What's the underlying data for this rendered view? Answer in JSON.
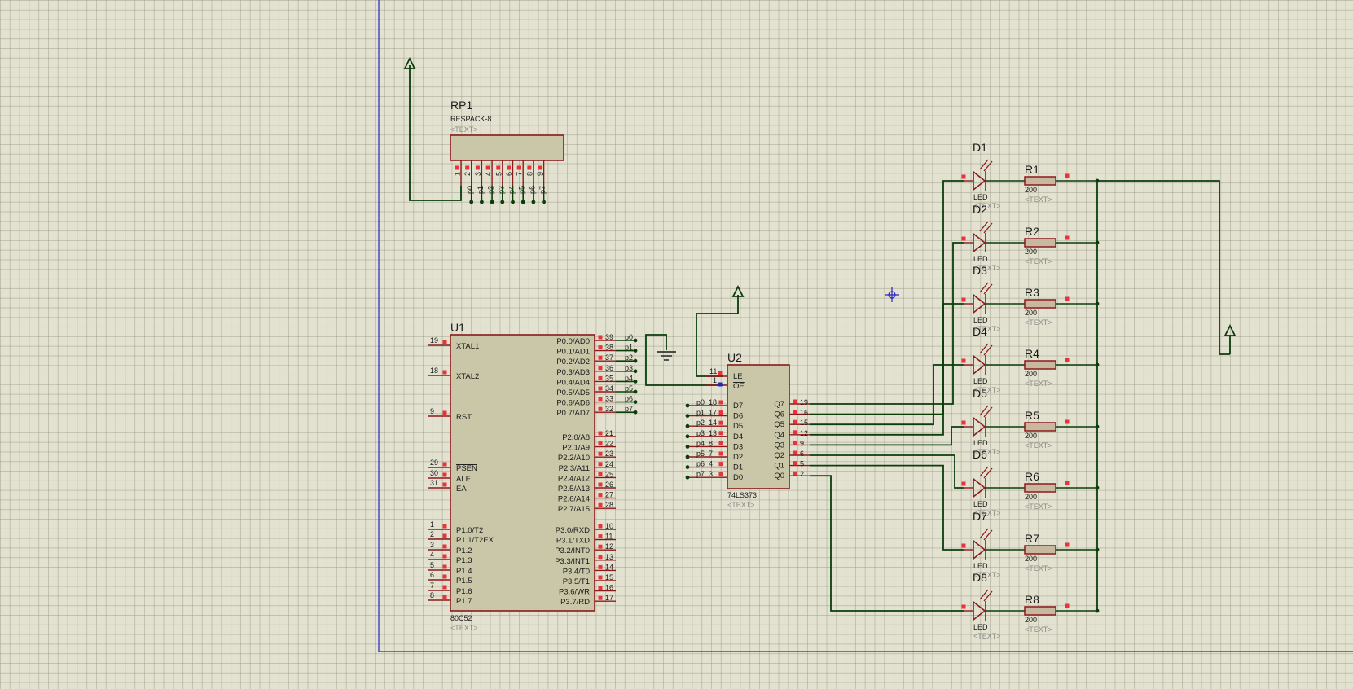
{
  "rp1": {
    "ref": "RP1",
    "value": "RESPACK-8",
    "text": "<TEXT>",
    "pin_numbers": [
      "1",
      "2",
      "3",
      "4",
      "5",
      "6",
      "7",
      "8",
      "9"
    ],
    "pin_nets": [
      "p0",
      "p1",
      "p2",
      "p3",
      "p4",
      "p5",
      "p6",
      "p7"
    ]
  },
  "u1": {
    "ref": "U1",
    "value": "80C52",
    "text": "<TEXT>",
    "left_pins": [
      {
        "num": "19",
        "name": "XTAL1"
      },
      {
        "num": "18",
        "name": "XTAL2"
      },
      {
        "num": "9",
        "name": "RST"
      },
      {
        "num": "29",
        "name": "PSEN"
      },
      {
        "num": "30",
        "name": "ALE"
      },
      {
        "num": "31",
        "name": "EA"
      },
      {
        "num": "1",
        "name": "P1.0/T2"
      },
      {
        "num": "2",
        "name": "P1.1/T2EX"
      },
      {
        "num": "3",
        "name": "P1.2"
      },
      {
        "num": "4",
        "name": "P1.3"
      },
      {
        "num": "5",
        "name": "P1.4"
      },
      {
        "num": "6",
        "name": "P1.5"
      },
      {
        "num": "7",
        "name": "P1.6"
      },
      {
        "num": "8",
        "name": "P1.7"
      }
    ],
    "right_pins": [
      {
        "num": "39",
        "name": "P0.0/AD0",
        "net": "p0"
      },
      {
        "num": "38",
        "name": "P0.1/AD1",
        "net": "p1"
      },
      {
        "num": "37",
        "name": "P0.2/AD2",
        "net": "p2"
      },
      {
        "num": "36",
        "name": "P0.3/AD3",
        "net": "p3"
      },
      {
        "num": "35",
        "name": "P0.4/AD4",
        "net": "p4"
      },
      {
        "num": "34",
        "name": "P0.5/AD5",
        "net": "p5"
      },
      {
        "num": "33",
        "name": "P0.6/AD6",
        "net": "p6"
      },
      {
        "num": "32",
        "name": "P0.7/AD7",
        "net": "p7"
      },
      {
        "num": "21",
        "name": "P2.0/A8",
        "net": ""
      },
      {
        "num": "22",
        "name": "P2.1/A9",
        "net": ""
      },
      {
        "num": "23",
        "name": "P2.2/A10",
        "net": ""
      },
      {
        "num": "24",
        "name": "P2.3/A11",
        "net": ""
      },
      {
        "num": "25",
        "name": "P2.4/A12",
        "net": ""
      },
      {
        "num": "26",
        "name": "P2.5/A13",
        "net": ""
      },
      {
        "num": "27",
        "name": "P2.6/A14",
        "net": ""
      },
      {
        "num": "28",
        "name": "P2.7/A15",
        "net": ""
      },
      {
        "num": "10",
        "name": "P3.0/RXD",
        "net": ""
      },
      {
        "num": "11",
        "name": "P3.1/TXD",
        "net": ""
      },
      {
        "num": "12",
        "name": "P3.2/INT0",
        "net": ""
      },
      {
        "num": "13",
        "name": "P3.3/INT1",
        "net": ""
      },
      {
        "num": "14",
        "name": "P3.4/T0",
        "net": ""
      },
      {
        "num": "15",
        "name": "P3.5/T1",
        "net": ""
      },
      {
        "num": "16",
        "name": "P3.6/WR",
        "net": ""
      },
      {
        "num": "17",
        "name": "P3.7/RD",
        "net": ""
      }
    ]
  },
  "u2": {
    "ref": "U2",
    "value": "74LS373",
    "text": "<TEXT>",
    "le": {
      "num": "11",
      "name": "LE"
    },
    "oe": {
      "num": "1",
      "name": "OE"
    },
    "inputs": [
      {
        "net": "p0",
        "num": "18",
        "name": "D7"
      },
      {
        "net": "p1",
        "num": "17",
        "name": "D6"
      },
      {
        "net": "p2",
        "num": "14",
        "name": "D5"
      },
      {
        "net": "p3",
        "num": "13",
        "name": "D4"
      },
      {
        "net": "p4",
        "num": "8",
        "name": "D3"
      },
      {
        "net": "p5",
        "num": "7",
        "name": "D2"
      },
      {
        "net": "p6",
        "num": "4",
        "name": "D1"
      },
      {
        "net": "p7",
        "num": "3",
        "name": "D0"
      }
    ],
    "outputs": [
      {
        "name": "Q7",
        "num": "19"
      },
      {
        "name": "Q6",
        "num": "16"
      },
      {
        "name": "Q5",
        "num": "15"
      },
      {
        "name": "Q4",
        "num": "12"
      },
      {
        "name": "Q3",
        "num": "9"
      },
      {
        "name": "Q2",
        "num": "6"
      },
      {
        "name": "Q1",
        "num": "5"
      },
      {
        "name": "Q0",
        "num": "2"
      }
    ]
  },
  "leds": [
    {
      "ref": "D1",
      "value": "LED",
      "text": "<TEXT>"
    },
    {
      "ref": "D2",
      "value": "LED",
      "text": "<TEXT>"
    },
    {
      "ref": "D3",
      "value": "LED",
      "text": "<TEXT>"
    },
    {
      "ref": "D4",
      "value": "LED",
      "text": "<TEXT>"
    },
    {
      "ref": "D5",
      "value": "LED",
      "text": "<TEXT>"
    },
    {
      "ref": "D6",
      "value": "LED",
      "text": "<TEXT>"
    },
    {
      "ref": "D7",
      "value": "LED",
      "text": "<TEXT>"
    },
    {
      "ref": "D8",
      "value": "LED",
      "text": "<TEXT>"
    }
  ],
  "resistors": [
    {
      "ref": "R1",
      "value": "200",
      "text": "<TEXT>"
    },
    {
      "ref": "R2",
      "value": "200",
      "text": "<TEXT>"
    },
    {
      "ref": "R3",
      "value": "200",
      "text": "<TEXT>"
    },
    {
      "ref": "R4",
      "value": "200",
      "text": "<TEXT>"
    },
    {
      "ref": "R5",
      "value": "200",
      "text": "<TEXT>"
    },
    {
      "ref": "R6",
      "value": "200",
      "text": "<TEXT>"
    },
    {
      "ref": "R7",
      "value": "200",
      "text": "<TEXT>"
    },
    {
      "ref": "R8",
      "value": "200",
      "text": "<TEXT>"
    }
  ],
  "colors": {
    "background": "#e3e2d0",
    "grid": "#b4b4a0",
    "wire": "#0b3d0b",
    "component": "#8b1a1a",
    "ic_fill": "#c9c7a8",
    "pin_marker": "#e8323c",
    "sheet_border": "#2323c8",
    "text_placeholder": "#8a8a8a"
  }
}
